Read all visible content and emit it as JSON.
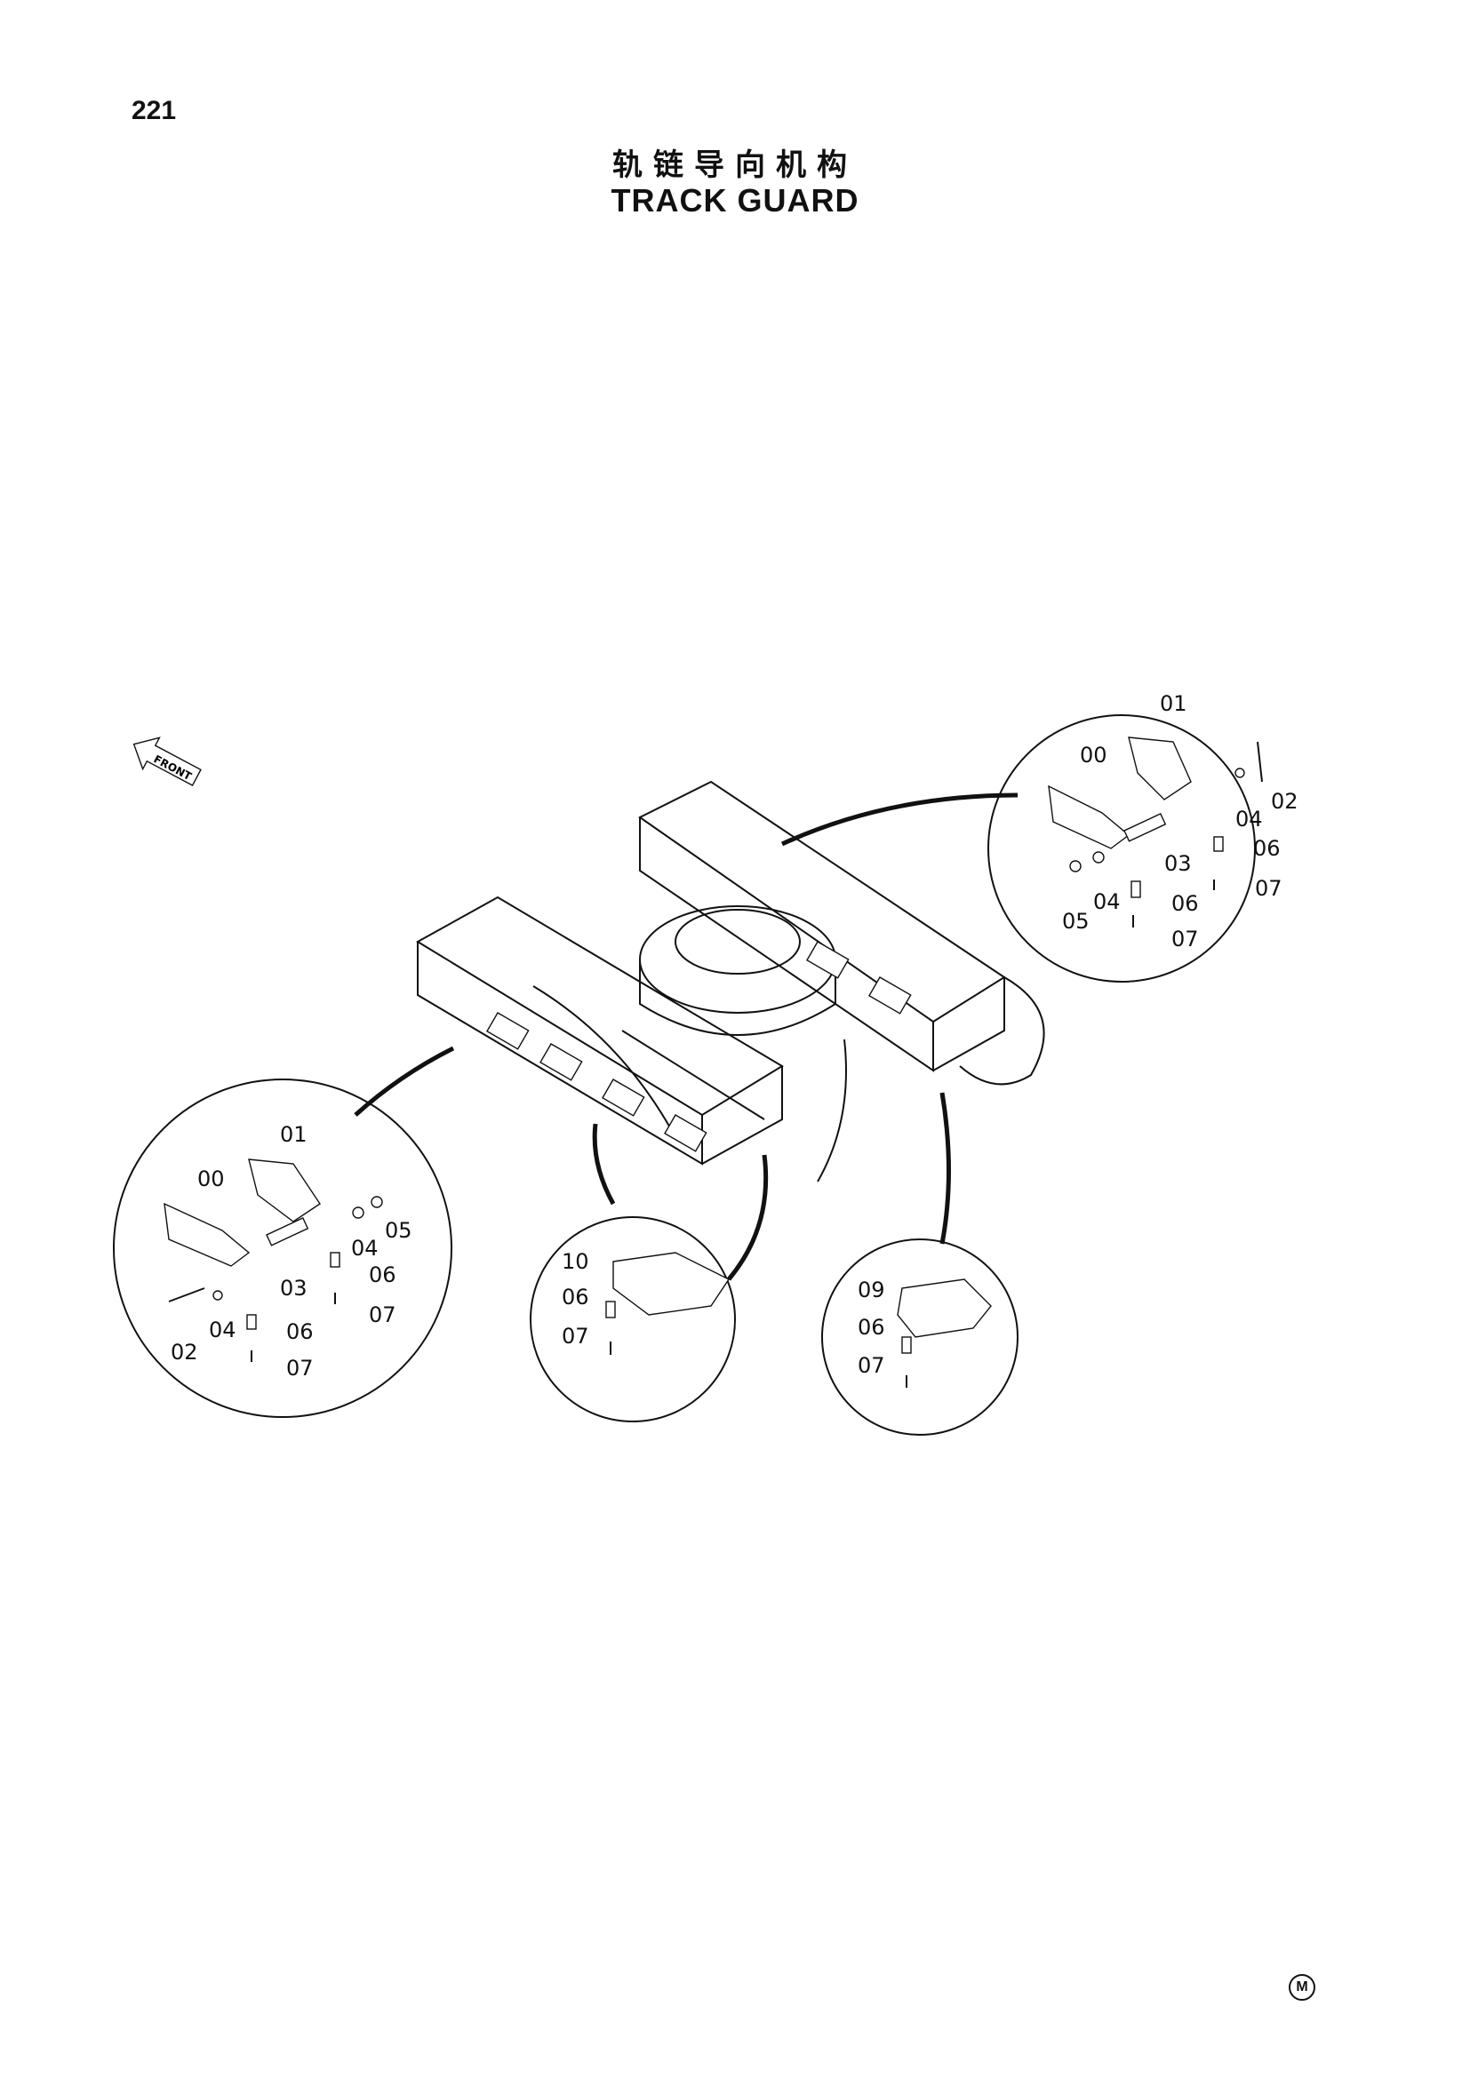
{
  "page": {
    "number": "221",
    "title_cn": "轨链导向机构",
    "title_en": "TRACK GUARD",
    "mark": "M"
  },
  "front_arrow": {
    "label": "FRONT"
  },
  "callouts": {
    "top_right": [
      "01",
      "00",
      "04",
      "02",
      "03",
      "06",
      "04",
      "05",
      "06",
      "07",
      "07"
    ],
    "bottom_left": [
      "01",
      "00",
      "04",
      "05",
      "03",
      "06",
      "02",
      "04",
      "06",
      "07",
      "07"
    ],
    "bottom_mid": [
      "10",
      "06",
      "07"
    ],
    "bottom_right": [
      "09",
      "06",
      "07"
    ]
  }
}
